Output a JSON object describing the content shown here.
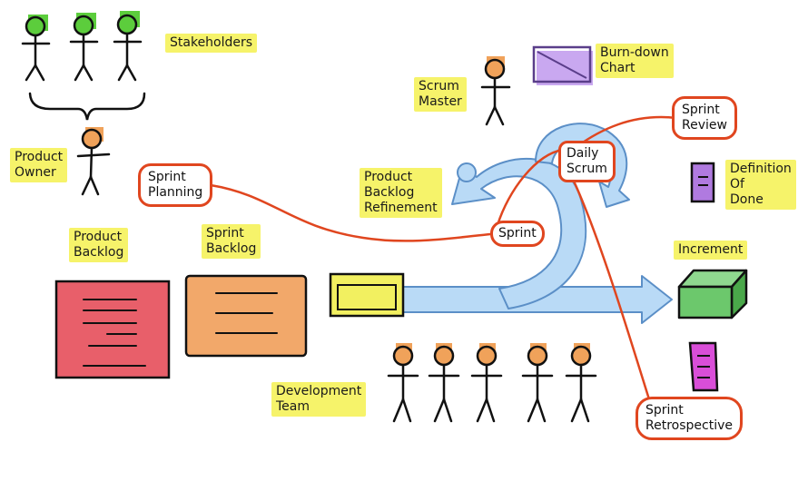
{
  "labels": {
    "stakeholders": "Stakeholders",
    "product_owner": "Product\nOwner",
    "product_backlog": "Product\nBacklog",
    "sprint_backlog": "Sprint\nBacklog",
    "development_team": "Development\nTeam",
    "scrum_master": "Scrum\nMaster",
    "burn_down_chart": "Burn-down\nChart",
    "product_backlog_refinement": "Product\nBacklog\nRefinement",
    "definition_of_done": "Definition\nOf\nDone",
    "increment": "Increment"
  },
  "bubbles": {
    "sprint_planning": "Sprint\nPlanning",
    "sprint": "Sprint",
    "daily_scrum": "Daily\nScrum",
    "sprint_review": "Sprint\nReview",
    "sprint_retrospective": "Sprint\nRetrospective"
  },
  "colors": {
    "highlight": "#f6f36a",
    "bubble_border": "#e0461f",
    "stakeholder_head": "#5ccd3c",
    "team_head": "#f0a25a",
    "product_backlog": "#e85f6a",
    "sprint_backlog": "#f2a86a",
    "sprint_box": "#f2f060",
    "cycle_arrow": "#b9daf6",
    "increment": "#6cc86c",
    "burn_down": "#c9a8f0",
    "definition_of_done": "#b07ae0",
    "retro_doc": "#d94ed8"
  }
}
